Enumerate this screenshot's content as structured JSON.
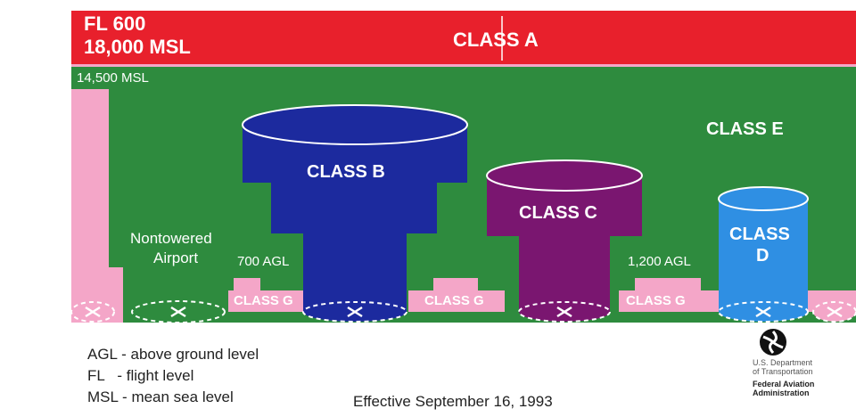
{
  "class_a": {
    "name": "CLASS A",
    "fl": "FL 600",
    "msl": "18,000 MSL",
    "color": "#e8202c"
  },
  "class_e": {
    "name": "CLASS E",
    "floor": "14,500 MSL",
    "color": "#2e8b3e"
  },
  "class_b": {
    "name": "CLASS B",
    "color": "#1c2a9e"
  },
  "class_c": {
    "name": "CLASS C",
    "color": "#7a1670"
  },
  "class_d": {
    "name_line1": "CLASS",
    "name_line2": "D",
    "color": "#2f8fe3"
  },
  "class_g": {
    "name": "CLASS G",
    "color": "#f4a6c8"
  },
  "labels": {
    "nontowered_line1": "Nontowered",
    "nontowered_line2": "Airport",
    "agl_700": "700 AGL",
    "agl_1200": "1,200 AGL"
  },
  "legend": [
    {
      "abbr": "AGL",
      "sep": " - ",
      "text": "above ground level"
    },
    {
      "abbr": "FL",
      "sep": "   - ",
      "text": "flight level"
    },
    {
      "abbr": "MSL",
      "sep": " - ",
      "text": "mean sea level"
    }
  ],
  "effective": "Effective September 16, 1993",
  "faa": {
    "dept_line1": "U.S. Department",
    "dept_line2": "of Transportation",
    "adm_line1": "Federal Aviation",
    "adm_line2": "Administration"
  }
}
